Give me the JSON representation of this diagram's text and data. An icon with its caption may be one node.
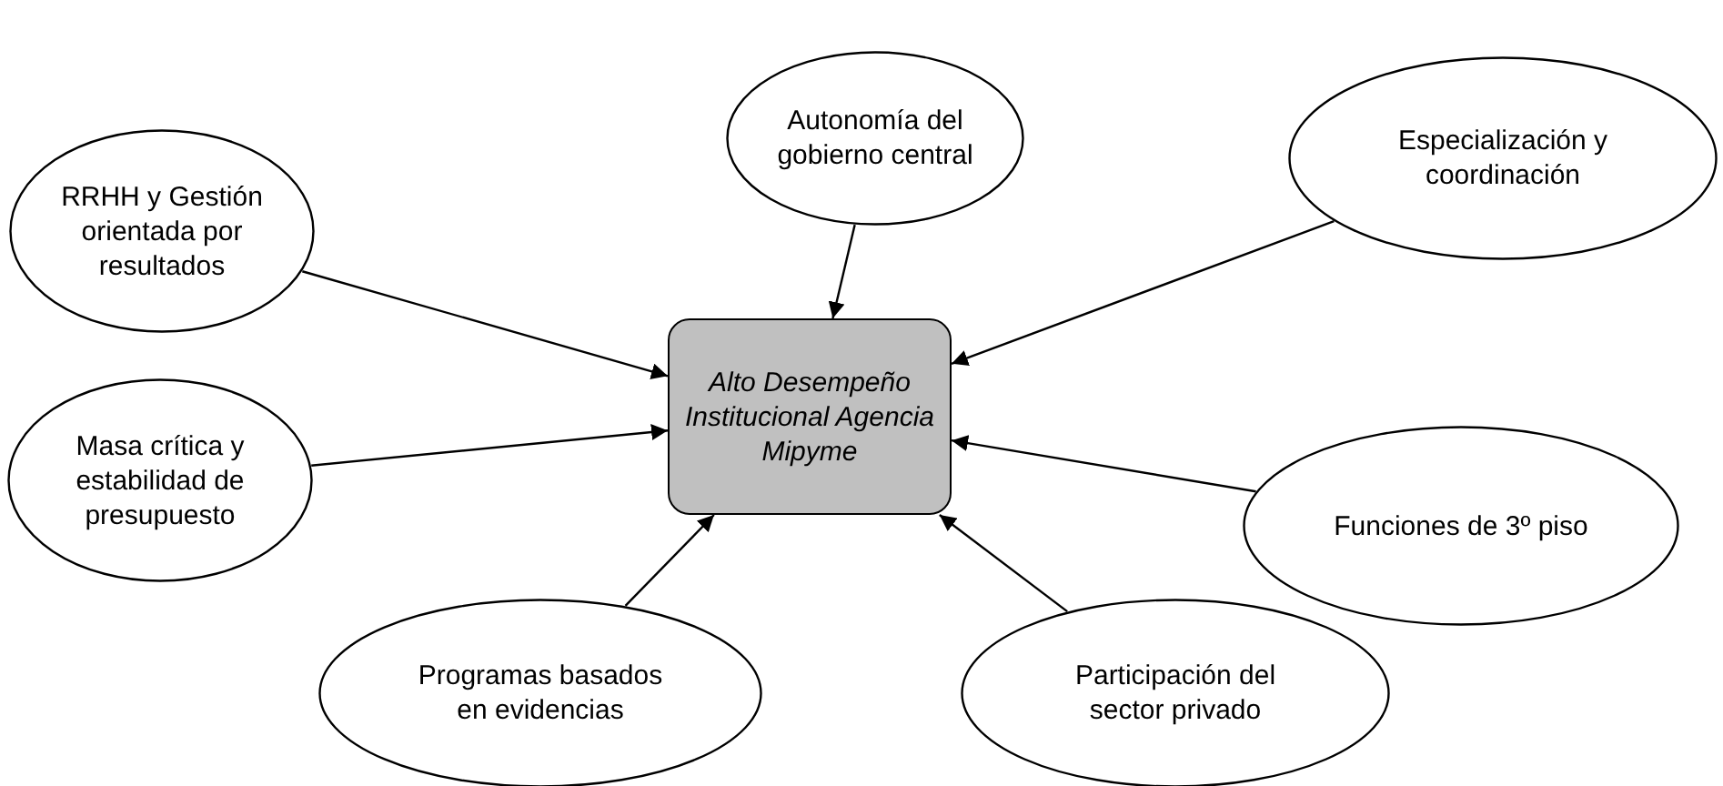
{
  "diagram": {
    "nodes": [
      {
        "text": [
          "Alto Desempeño Institucional Agencia Mipyme"
        ]
      },
      {
        "text": [
          "RRHH y Gestión orientada por resultados"
        ]
      },
      {
        "text": [
          "Autonomía del gobierno central"
        ]
      },
      {
        "text": [
          "Especialización y coordinación"
        ]
      },
      {
        "text": [
          "Masa crítica y estabilidad de presupuesto"
        ]
      },
      {
        "text": [
          "Funciones de 3º piso"
        ]
      },
      {
        "text": [
          "Programas basados en evidencias"
        ]
      },
      {
        "text": [
          "Participación del sector privado"
        ]
      }
    ],
    "edges": [
      {
        "from": 1,
        "to": 0,
        "arrow": "to"
      },
      {
        "from": 2,
        "to": 0,
        "arrow": "to"
      },
      {
        "from": 3,
        "to": 0,
        "arrow": "to"
      },
      {
        "from": 4,
        "to": 0,
        "arrow": "to"
      },
      {
        "from": 5,
        "to": 0,
        "arrow": "to"
      },
      {
        "from": 6,
        "to": 0,
        "arrow": "to"
      },
      {
        "from": 7,
        "to": 0,
        "arrow": "to"
      }
    ]
  }
}
